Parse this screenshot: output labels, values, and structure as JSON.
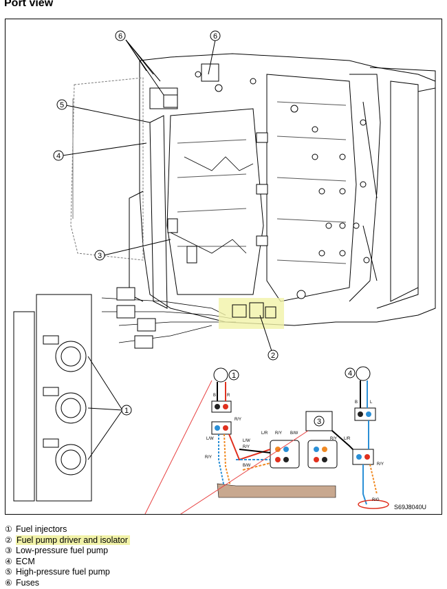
{
  "title": "Port view",
  "image_code": "S69J8040U",
  "callouts": [
    "1",
    "2",
    "3",
    "4",
    "5",
    "6"
  ],
  "wire_labels": {
    "b": "B",
    "r": "R",
    "ry": "R/Y",
    "lw": "L/W",
    "bw": "B/W",
    "lr": "L/R",
    "l": "L",
    "rg": "R/G"
  },
  "legend": [
    {
      "num": "①",
      "text": "Fuel injectors",
      "highlight": false
    },
    {
      "num": "②",
      "text": "Fuel pump driver and isolator",
      "highlight": true
    },
    {
      "num": "③",
      "text": "Low-pressure fuel pump",
      "highlight": false
    },
    {
      "num": "④",
      "text": "ECM",
      "highlight": false
    },
    {
      "num": "⑤",
      "text": "High-pressure fuel pump",
      "highlight": false
    },
    {
      "num": "⑥",
      "text": "Fuses",
      "highlight": false
    }
  ],
  "colors": {
    "highlight": "#f1f2a8",
    "wire_red": "#e0301e",
    "wire_orange": "#f08a24",
    "wire_blue": "#2a8fd6",
    "hose": "#c8a88f",
    "pointer": "#e84040"
  }
}
